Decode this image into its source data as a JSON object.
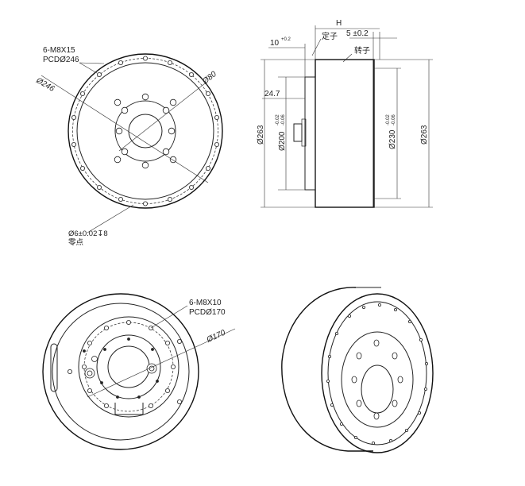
{
  "front_view": {
    "bolt_callout_line1": "6-M8X15",
    "bolt_callout_line2": "PCDØ246",
    "outer_dia": "Ø246",
    "center_dia": "Ø80",
    "pin_callout_line1": "Ø6±0.02↧8",
    "pin_callout_line2": "零点"
  },
  "side_view": {
    "h_label": "H",
    "offset_10": "10",
    "offset_10_tol": "+0.2",
    "stator": "定子",
    "rotor": "转子",
    "width_5": "5 ±0.2",
    "dim_24_7": "24.7",
    "dia_263_left": "Ø263",
    "dia_200": "Ø200",
    "dia_200_tol_upper": "-0.02",
    "dia_200_tol_lower": "-0.06",
    "dia_230": "Ø230",
    "dia_230_tol_upper": "-0.02",
    "dia_230_tol_lower": "-0.06",
    "dia_263_right": "Ø263"
  },
  "rear_view": {
    "bolt_callout_line1": "6-M8X10",
    "bolt_callout_line2": "PCDØ170",
    "dia_170": "Ø170"
  }
}
